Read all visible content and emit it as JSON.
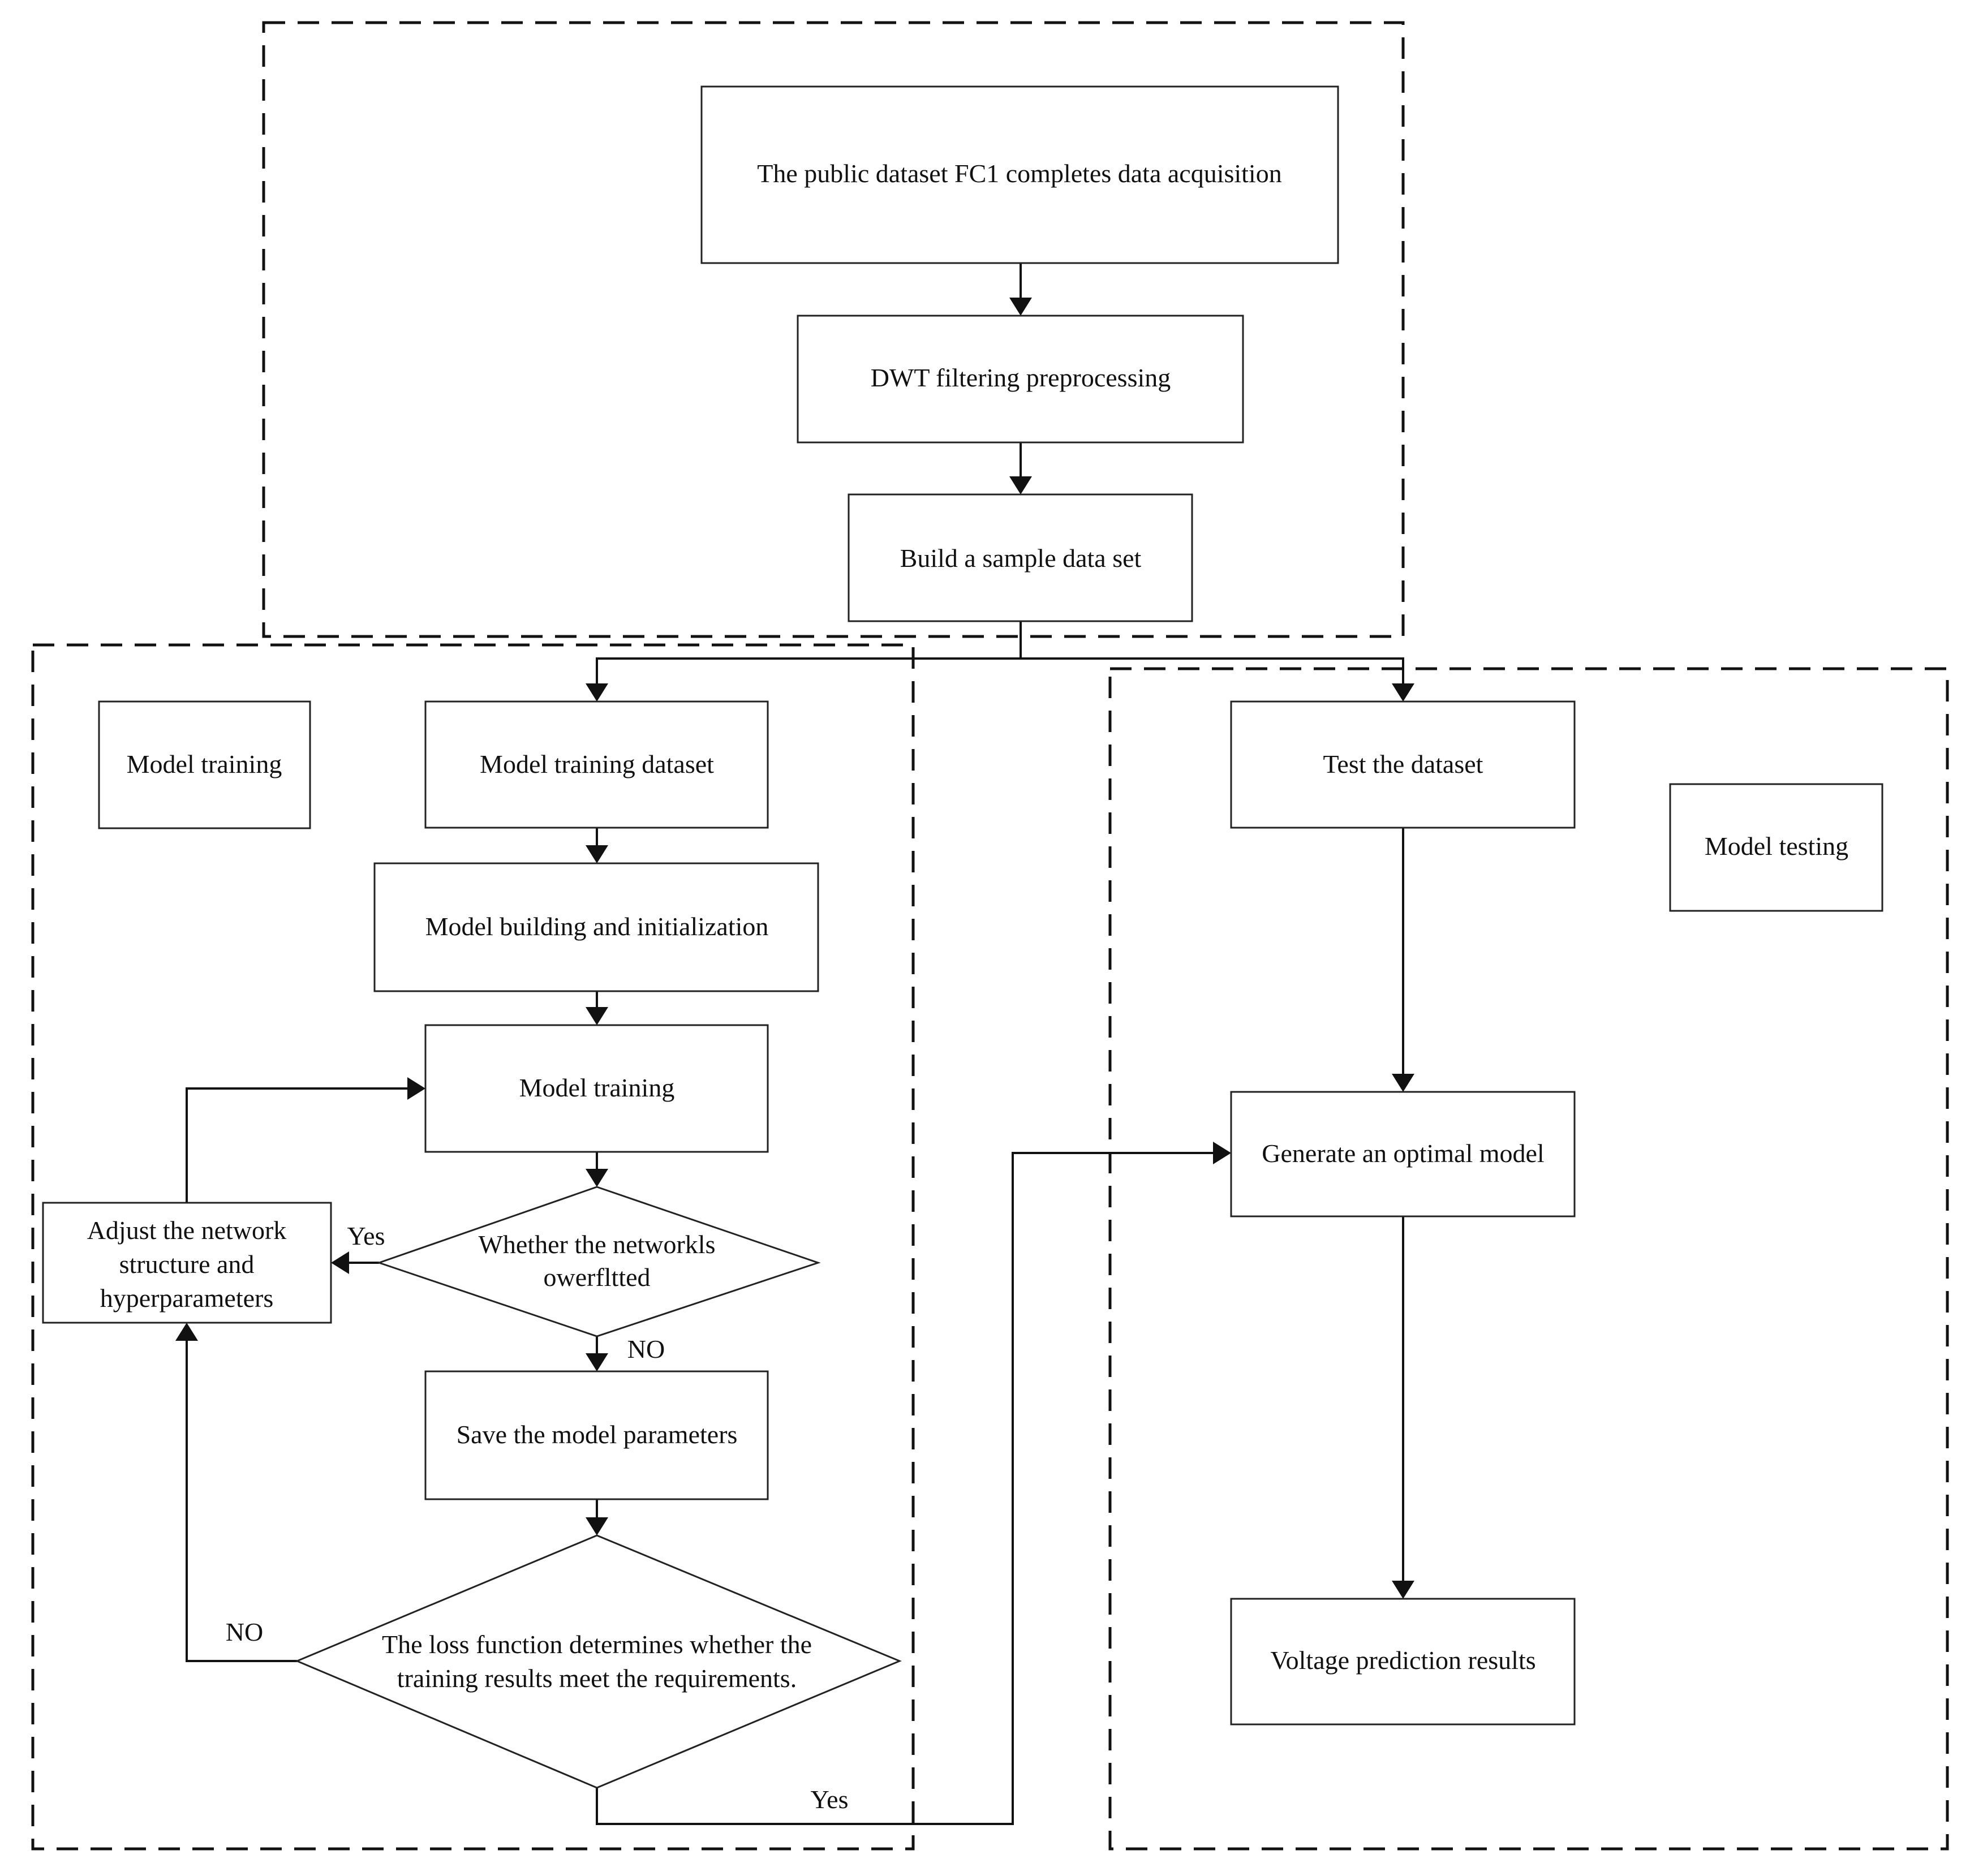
{
  "nodes": {
    "acquisition": "The public dataset FC1 completes data acquisition",
    "dwt": "DWT filtering preprocessing",
    "sample": "Build a sample data set",
    "training_group_label": "Model training",
    "train_dataset": "Model training dataset",
    "build_init": "Model building and initialization",
    "training": "Model training",
    "overfit_q": [
      "Whether the networkls",
      "owerfltted"
    ],
    "adjust": [
      "Adjust the network",
      "structure and",
      "hyperparameters"
    ],
    "save": "Save the model parameters",
    "loss_q": [
      "The loss function determines whether the",
      "training results meet the requirements."
    ],
    "test_dataset": "Test the dataset",
    "testing_group_label": "Model testing",
    "optimal": "Generate an optimal model",
    "voltage": "Voltage prediction results"
  },
  "edge_labels": {
    "overfit_yes": "Yes",
    "overfit_no": "NO",
    "loss_no": "NO",
    "loss_yes": "Yes"
  }
}
